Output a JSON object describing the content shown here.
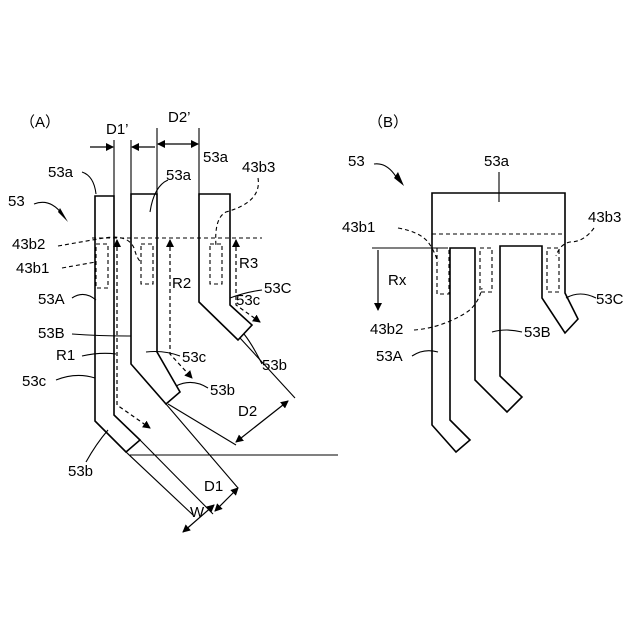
{
  "panel_a": {
    "caption": "（A）",
    "labels": {
      "d1_prime": "D1’",
      "d2_prime": "D2’",
      "a_53a_1": "53a",
      "a_53a_2": "53a",
      "a_53a_3": "53a",
      "a_43b3": "43b3",
      "a_53": "53",
      "a_43b2": "43b2",
      "a_43b1": "43b1",
      "a_53A": "53A",
      "a_R2": "R2",
      "a_R3": "R3",
      "a_53C": "53C",
      "a_53B": "53B",
      "a_R1": "R1",
      "a_53c_1": "53c",
      "a_53c_2": "53c",
      "a_53c_3": "53c",
      "a_53b_1": "53b",
      "a_53b_2": "53b",
      "a_53b_3": "53b",
      "a_D2": "D2",
      "a_D1": "D1",
      "a_W": "W"
    }
  },
  "panel_b": {
    "caption": "（B）",
    "labels": {
      "b_53": "53",
      "b_53a": "53a",
      "b_43b1": "43b1",
      "b_43b3": "43b3",
      "b_Rx": "Rx",
      "b_53C": "53C",
      "b_43b2": "43b2",
      "b_53B": "53B",
      "b_53A": "53A"
    }
  }
}
